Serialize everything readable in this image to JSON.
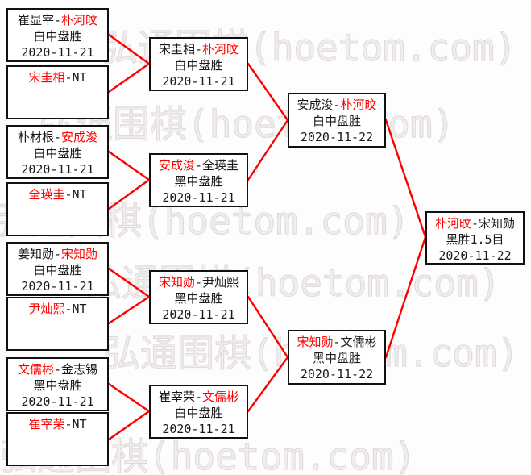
{
  "watermark": {
    "text": "弘通围棋(hoetom.com)"
  },
  "colors": {
    "accent_red": "#ff0000",
    "box_border": "#111111",
    "watermark_gray": "#e2dbdb"
  },
  "bracket": {
    "round1": [
      {
        "pre": "崔显宰-",
        "red": "朴河旼",
        "post": "",
        "result": "白中盘胜",
        "date": "2020-11-21"
      },
      {
        "pre": "",
        "red": "宋圭相",
        "post": "-NT",
        "result": "",
        "date": ""
      },
      {
        "pre": "朴材根-",
        "red": "安成浚",
        "post": "",
        "result": "白中盘胜",
        "date": "2020-11-21"
      },
      {
        "pre": "",
        "red": "全瑛圭",
        "post": "-NT",
        "result": "",
        "date": ""
      },
      {
        "pre": "姜知勋-",
        "red": "宋知勋",
        "post": "",
        "result": "白中盘胜",
        "date": "2020-11-21"
      },
      {
        "pre": "",
        "red": "尹灿熙",
        "post": "-NT",
        "result": "",
        "date": ""
      },
      {
        "pre": "",
        "red": "文儒彬",
        "post": "-金志锡",
        "result": "黑中盘胜",
        "date": "2020-11-21"
      },
      {
        "pre": "",
        "red": "崔宰荣",
        "post": "-NT",
        "result": "",
        "date": ""
      }
    ],
    "round2": [
      {
        "pre": "宋圭相-",
        "red": "朴河旼",
        "post": "",
        "result": "白中盘胜",
        "date": "2020-11-21"
      },
      {
        "pre": "",
        "red": "安成浚",
        "post": "-全瑛圭",
        "result": "黑中盘胜",
        "date": "2020-11-21"
      },
      {
        "pre": "",
        "red": "宋知勋",
        "post": "-尹灿熙",
        "result": "黑中盘胜",
        "date": "2020-11-21"
      },
      {
        "pre": "崔宰荣-",
        "red": "文儒彬",
        "post": "",
        "result": "白中盘胜",
        "date": "2020-11-21"
      }
    ],
    "semifinals": [
      {
        "pre": "安成浚-",
        "red": "朴河旼",
        "post": "",
        "result": "白中盘胜",
        "date": "2020-11-22"
      },
      {
        "pre": "",
        "red": "宋知勋",
        "post": "-文儒彬",
        "result": "黑中盘胜",
        "date": "2020-11-22"
      }
    ],
    "final": [
      {
        "pre": "",
        "red": "朴河旼",
        "post": "-宋知勋",
        "result": "黑胜1.5目",
        "date": "2020-11-22"
      }
    ]
  }
}
